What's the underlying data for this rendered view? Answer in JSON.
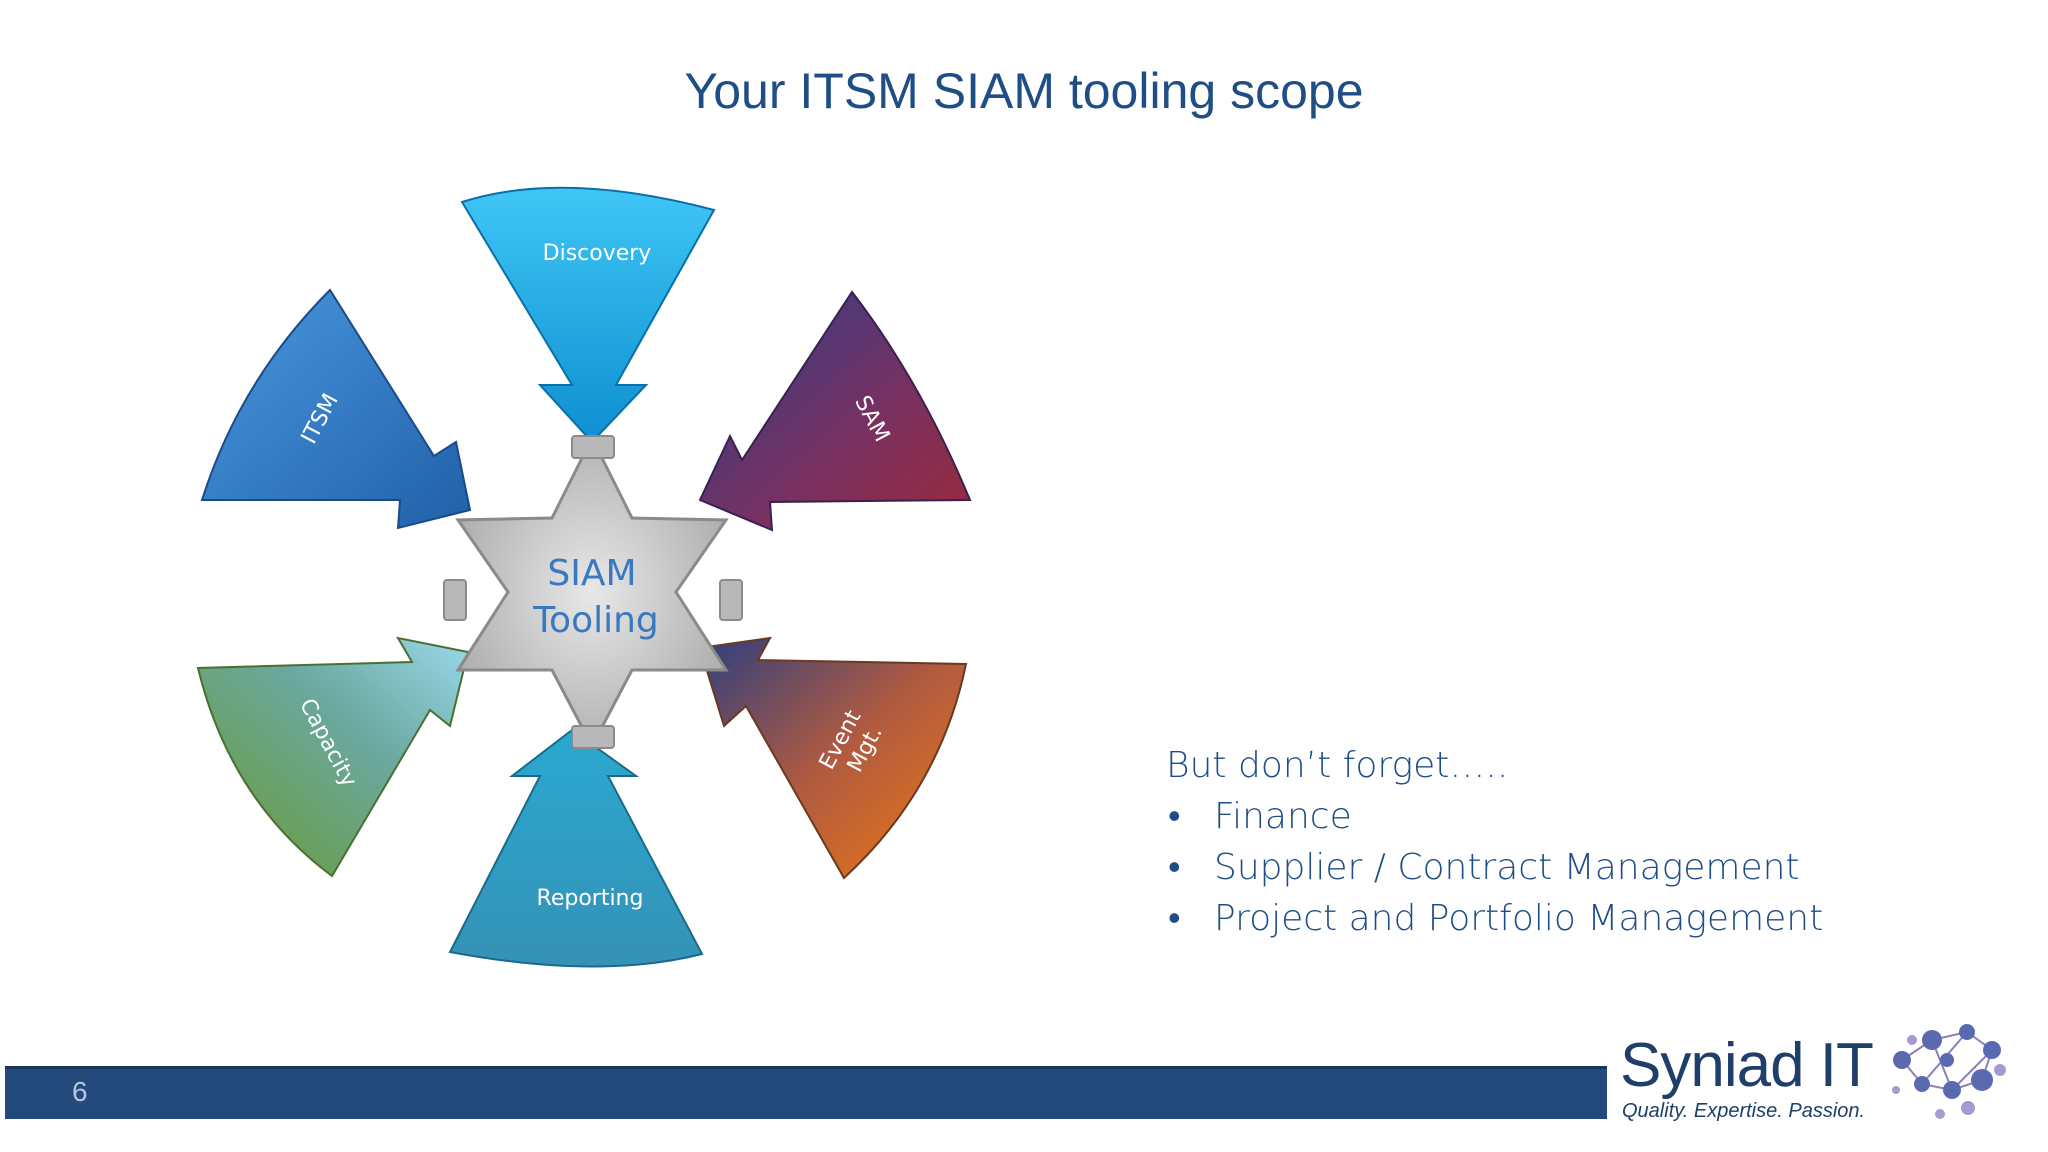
{
  "slide": {
    "title": "Your ITSM SIAM tooling scope",
    "page_number": "6"
  },
  "diagram": {
    "center_label_line1": "SIAM",
    "center_label_line2": "Tooling",
    "arrows": [
      {
        "label": "Discovery",
        "color": "#1fb0e8"
      },
      {
        "label": "SAM",
        "color": "#8a3050"
      },
      {
        "label": "Event",
        "label2": "Mgt.",
        "color": "#e0761e"
      },
      {
        "label": "Reporting",
        "color": "#2a9cc0"
      },
      {
        "label": "Capacity",
        "color": "#7aa040"
      },
      {
        "label": "ITSM",
        "color": "#3a7cc8"
      }
    ]
  },
  "notes": {
    "heading": "But don’t forget…..",
    "items": [
      "Finance",
      "Supplier / Contract Management",
      "Project and Portfolio Management"
    ]
  },
  "logo": {
    "name": "Syniad IT",
    "tagline": "Quality. Expertise. Passion."
  },
  "colors": {
    "title": "#1f4e86",
    "footer_bar": "#23497d",
    "notes_text": "#1f4e86"
  }
}
